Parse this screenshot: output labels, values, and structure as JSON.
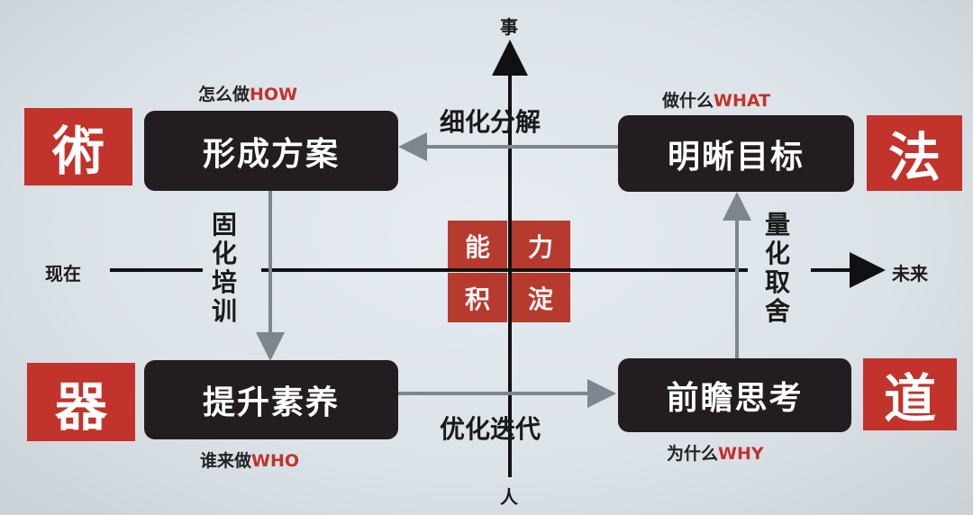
{
  "axes": {
    "top": "事",
    "bottom": "人",
    "left": "现在",
    "right": "未来"
  },
  "corners": {
    "top_left": {
      "glyph": "術",
      "box": "形成方案",
      "question_cn": "怎么做",
      "question_en": "HOW"
    },
    "top_right": {
      "glyph": "法",
      "box": "明晰目标",
      "question_cn": "做什么",
      "question_en": "WHAT"
    },
    "bottom_left": {
      "glyph": "器",
      "box": "提升素养",
      "question_cn": "谁来做",
      "question_en": "WHO"
    },
    "bottom_right": {
      "glyph": "道",
      "box": "前瞻思考",
      "question_cn": "为什么",
      "question_en": "WHY"
    }
  },
  "flows": {
    "top": "细化分解",
    "left": "固化培训",
    "bottom": "优化迭代",
    "right": "量化取舍"
  },
  "center": [
    "能",
    "力",
    "积",
    "淀"
  ],
  "colors": {
    "red": "#c1332b",
    "dark": "#231c20",
    "arrow": "#7d858e",
    "axis": "#111111"
  }
}
